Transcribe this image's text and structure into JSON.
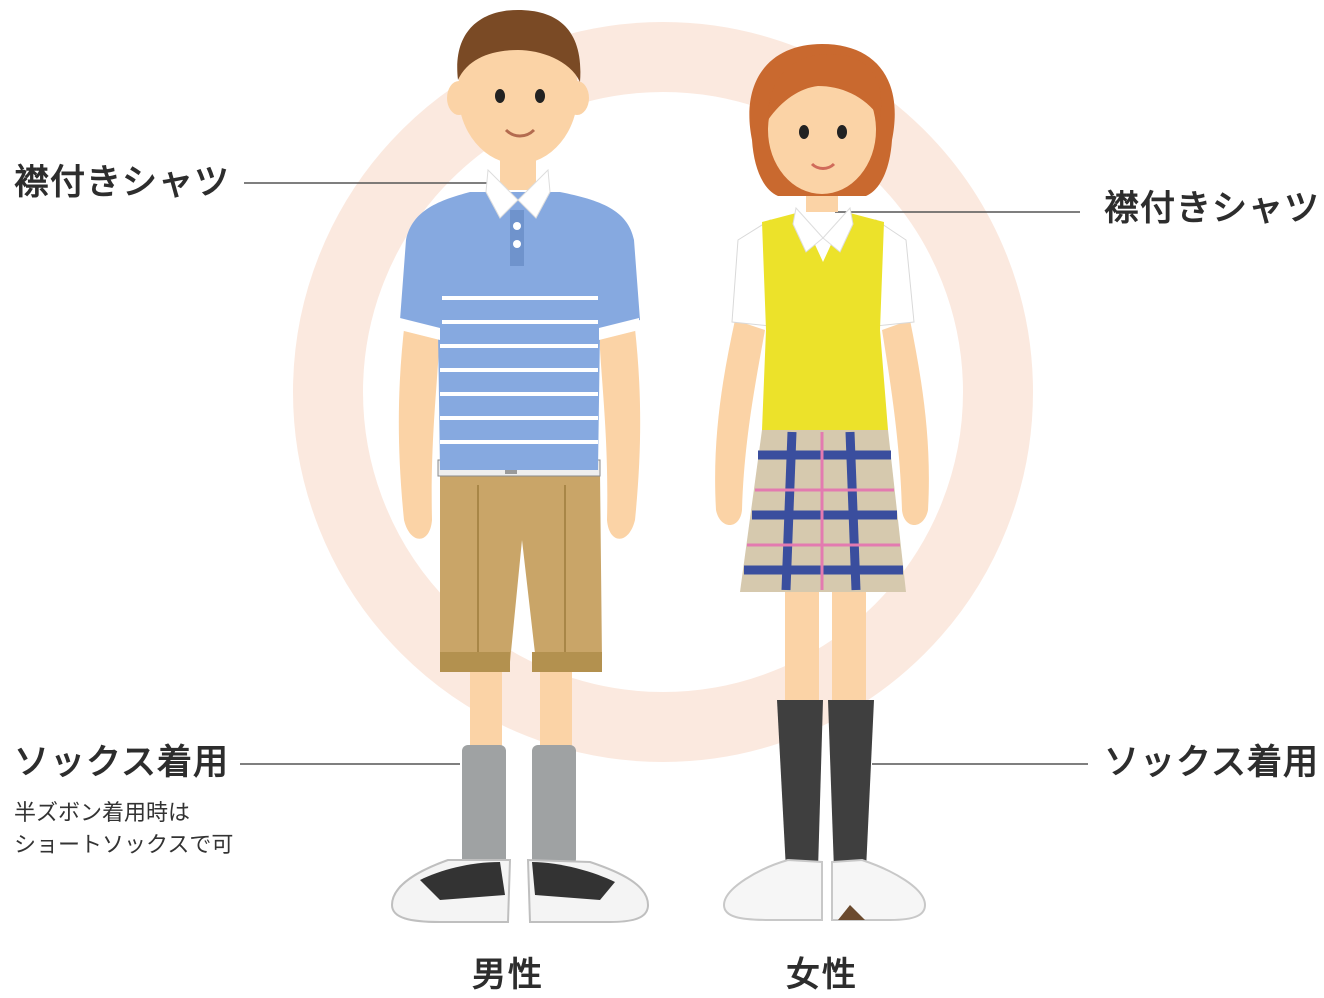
{
  "labels": {
    "male_shirt": "襟付きシャツ",
    "female_shirt": "襟付きシャツ",
    "male_socks": "ソックス着用",
    "female_socks": "ソックス着用",
    "male_socks_note_line1": "半ズボン着用時は",
    "male_socks_note_line2": "ショートソックスで可"
  },
  "captions": {
    "male": "男性",
    "female": "女性"
  },
  "colors": {
    "ring": "#fbe9df",
    "leader_line": "#555555",
    "male_shirt": "#86a9e0",
    "female_vest": "#ece22a",
    "shorts": "#c9a568",
    "skirt_base": "#d6c9ae",
    "plaid": "#3a4e9e",
    "skin": "#fbd3a6",
    "male_hair": "#7a4a25",
    "female_hair": "#c9692f",
    "male_socks": "#9fa2a3",
    "female_socks": "#3f3f3f"
  },
  "icons": {
    "male": "male-figure-icon",
    "female": "female-figure-icon"
  }
}
